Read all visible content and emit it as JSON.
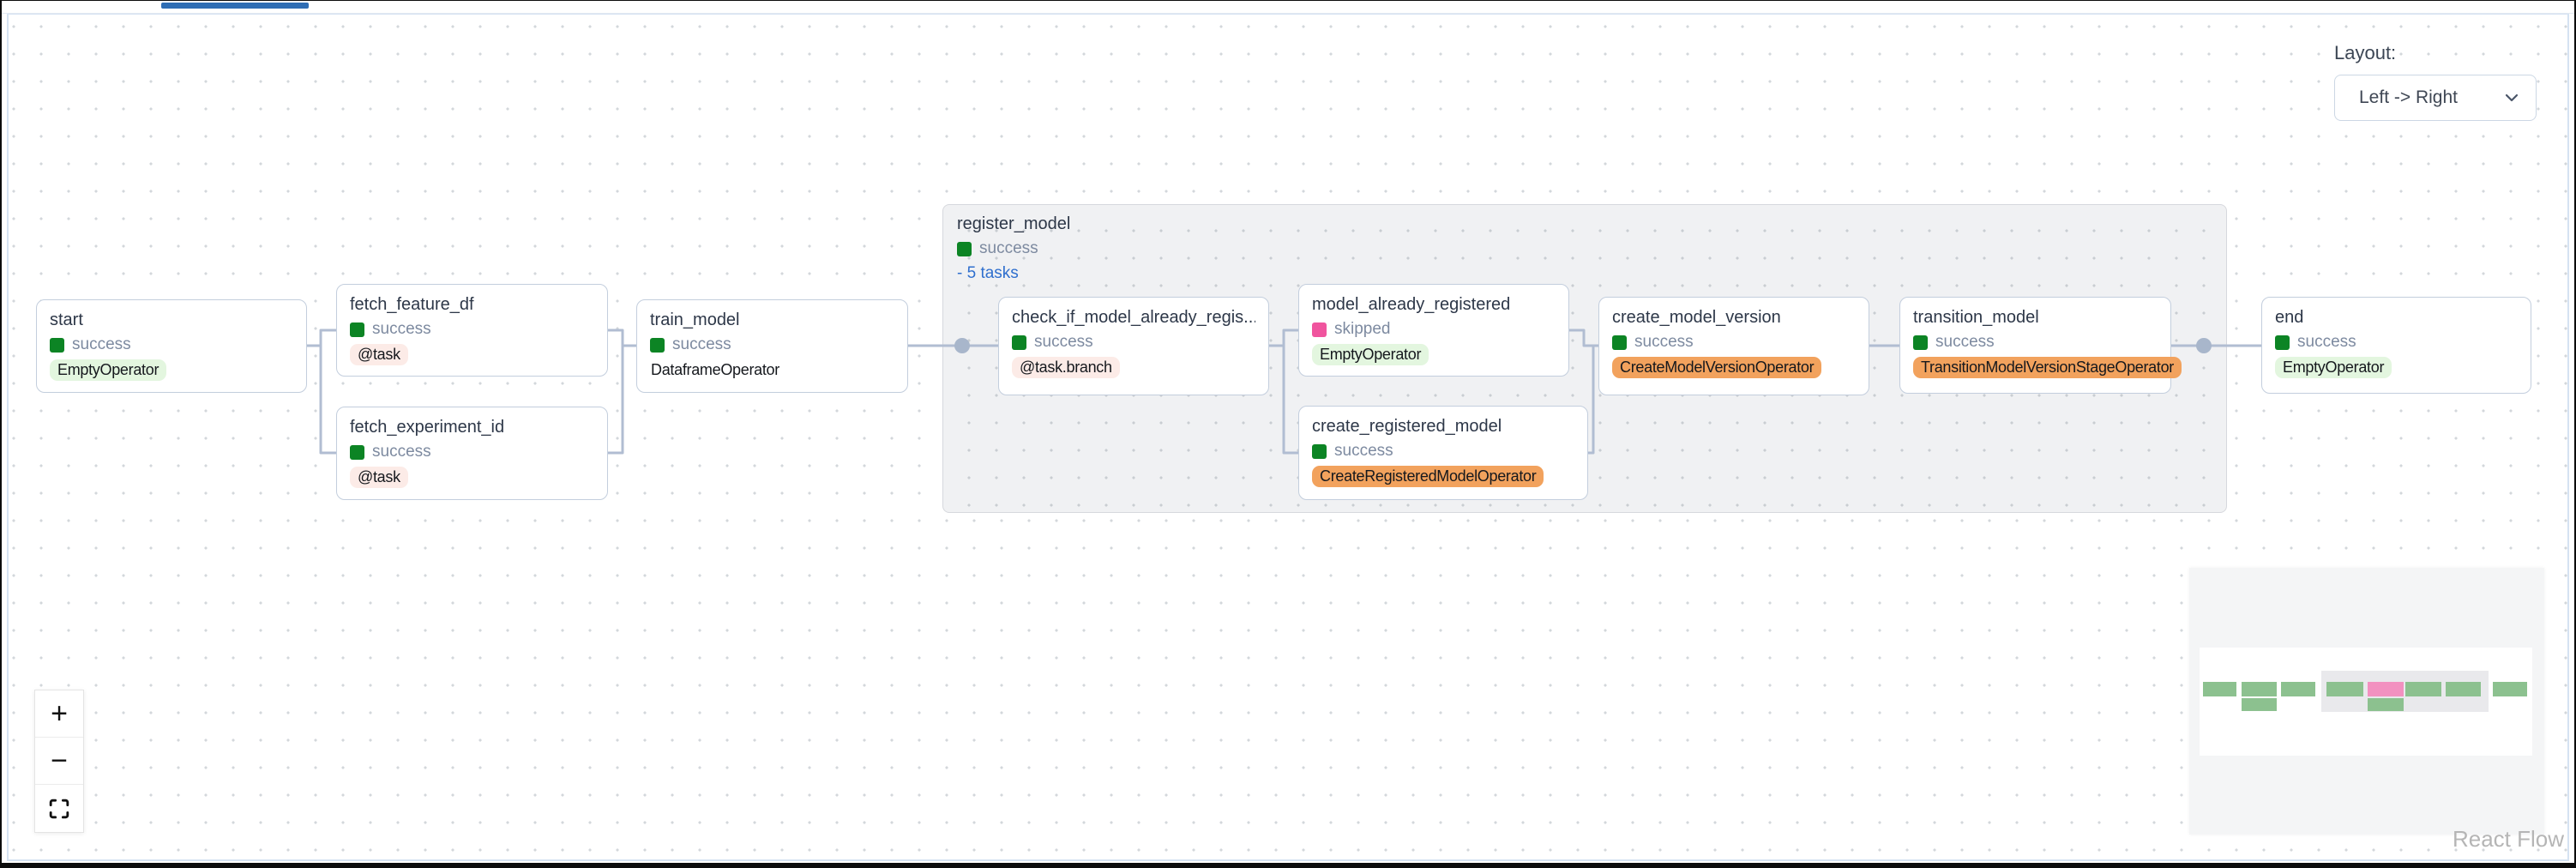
{
  "controls": {
    "layout_label": "Layout:",
    "layout_value": "Left -> Right",
    "zoom_in": "+",
    "zoom_out": "−"
  },
  "attribution": "React Flow",
  "group": {
    "label": "register_model",
    "state": "success",
    "tasks_label": "- 5 tasks"
  },
  "nodes": [
    {
      "label": "start",
      "state": "success",
      "operator": "EmptyOperator"
    },
    {
      "label": "fetch_feature_df",
      "state": "success",
      "operator": "@task"
    },
    {
      "label": "fetch_experiment_id",
      "state": "success",
      "operator": "@task"
    },
    {
      "label": "train_model",
      "state": "success",
      "operator": "DataframeOperator"
    },
    {
      "label": "check_if_model_already_regis...",
      "state": "success",
      "operator": "@task.branch"
    },
    {
      "label": "model_already_registered",
      "state": "skipped",
      "operator": "EmptyOperator"
    },
    {
      "label": "create_registered_model",
      "state": "success",
      "operator": "CreateRegisteredModelOperator"
    },
    {
      "label": "create_model_version",
      "state": "success",
      "operator": "CreateModelVersionOperator"
    },
    {
      "label": "transition_model",
      "state": "success",
      "operator": "TransitionModelVersionStageOperator"
    },
    {
      "label": "end",
      "state": "success",
      "operator": "EmptyOperator"
    }
  ],
  "colors": {
    "success_green": "#0c8424",
    "skipped_pink": "#f0549e",
    "operator_green_bg": "#e3f6df",
    "operator_red_bg": "#fcebe7",
    "operator_orange_bg": "#f2a25d",
    "link_blue": "#2f6fce",
    "edge_gray": "#b1bdd2",
    "tab_indicator_blue": "#2e6db4",
    "minimap_green": "#8cc18f",
    "minimap_pink": "#f291c0"
  }
}
